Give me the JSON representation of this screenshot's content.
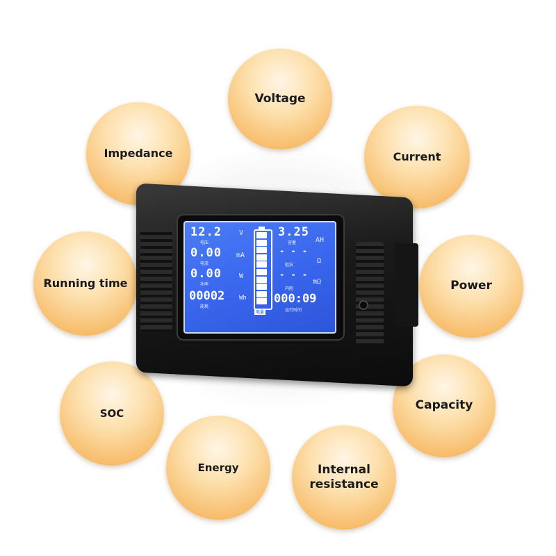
{
  "features": {
    "voltage": "Voltage",
    "current": "Current",
    "power": "Power",
    "capacity": "Capacity",
    "internal_resistance_line1": "Internal",
    "internal_resistance_line2": "resistance",
    "energy": "Energy",
    "soc": "SOC",
    "running_time": "Running time",
    "impedance": "Impedance"
  },
  "display": {
    "voltage_value": "12.2",
    "voltage_unit": "V",
    "voltage_label": "电压",
    "current_value": "0.00",
    "current_unit": "mA",
    "current_label": "电流",
    "power_value": "0.00",
    "power_unit": "W",
    "power_label": "功率",
    "energy_value": "00002",
    "energy_unit": "Wh",
    "energy_label": "能耗",
    "capacity_value": "3.25",
    "capacity_unit": "AH",
    "capacity_label": "容量",
    "impedance_value": "- - -",
    "impedance_unit": "Ω",
    "impedance_label": "阻抗",
    "resistance_value": "- - -",
    "resistance_unit": "mΩ",
    "resistance_label": "内阻",
    "time_value": "000:09",
    "time_label": "运行时间",
    "battery_label": "电量",
    "battery_bars": 10
  },
  "colors": {
    "bubble": "#f7bd6c",
    "screen": "#3a67ee",
    "device": "#111111"
  }
}
